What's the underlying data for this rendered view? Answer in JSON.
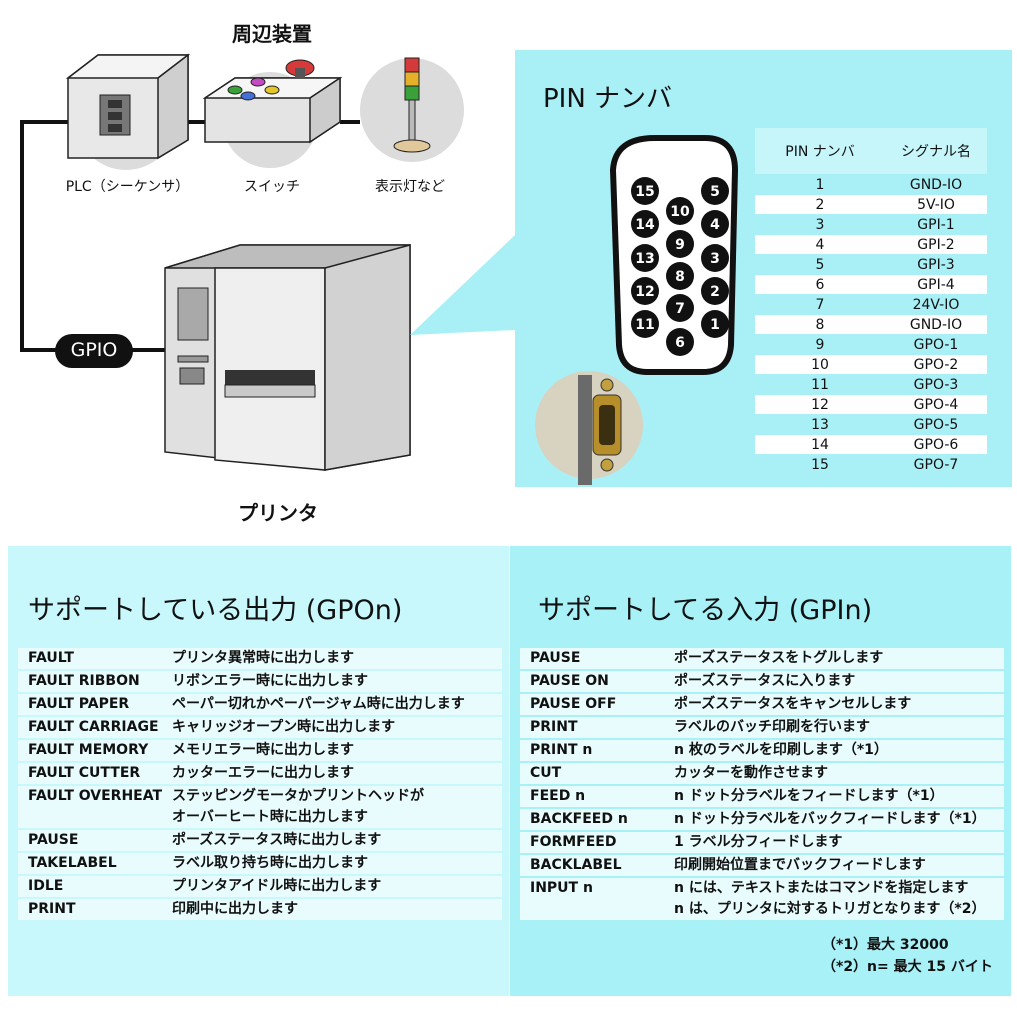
{
  "peripherals": {
    "title": "周辺装置",
    "plc_label": "PLC（シーケンサ）",
    "switch_label": "スイッチ",
    "light_label": "表示灯など"
  },
  "gpio_label": "GPIO",
  "printer_label": "プリンタ",
  "pin": {
    "title": "PIN ナンバ",
    "header": [
      "PIN ナンバ",
      "シグナル名"
    ],
    "rows": [
      {
        "num": "1",
        "signal": "GND-IO"
      },
      {
        "num": "2",
        "signal": "5V-IO"
      },
      {
        "num": "3",
        "signal": "GPI-1"
      },
      {
        "num": "4",
        "signal": "GPI-2"
      },
      {
        "num": "5",
        "signal": "GPI-3"
      },
      {
        "num": "6",
        "signal": "GPI-4"
      },
      {
        "num": "7",
        "signal": "24V-IO"
      },
      {
        "num": "8",
        "signal": "GND-IO"
      },
      {
        "num": "9",
        "signal": "GPO-1"
      },
      {
        "num": "10",
        "signal": "GPO-2"
      },
      {
        "num": "11",
        "signal": "GPO-3"
      },
      {
        "num": "12",
        "signal": "GPO-4"
      },
      {
        "num": "13",
        "signal": "GPO-5"
      },
      {
        "num": "14",
        "signal": "GPO-6"
      },
      {
        "num": "15",
        "signal": "GPO-7"
      }
    ],
    "connector_pins": [
      "15",
      "5",
      "10",
      "14",
      "4",
      "9",
      "13",
      "3",
      "8",
      "12",
      "2",
      "7",
      "11",
      "1",
      "6"
    ]
  },
  "gpo": {
    "title": "サポートしている出力 (GPOn)",
    "rows": [
      {
        "key": "FAULT",
        "desc": "プリンタ異常時に出力します"
      },
      {
        "key": "FAULT RIBBON",
        "desc": "リボンエラー時にに出力します"
      },
      {
        "key": "FAULT PAPER",
        "desc": "ペーパー切れかペーパージャム時に出力します"
      },
      {
        "key": "FAULT CARRIAGE",
        "desc": "キャリッジオープン時に出力します"
      },
      {
        "key": "FAULT MEMORY",
        "desc": "メモリエラー時に出力します"
      },
      {
        "key": "FAULT CUTTER",
        "desc": "カッターエラーに出力します"
      },
      {
        "key": "FAULT OVERHEAT",
        "desc": "ステッピングモータかプリントヘッドが\nオーバーヒート時に出力します"
      },
      {
        "key": "PAUSE",
        "desc": "ポーズステータス時に出力します"
      },
      {
        "key": "TAKELABEL",
        "desc": "ラベル取り持ち時に出力します"
      },
      {
        "key": "IDLE",
        "desc": "プリンタアイドル時に出力します"
      },
      {
        "key": "PRINT",
        "desc": "印刷中に出力します"
      }
    ]
  },
  "gpi": {
    "title": "サポートしてる入力 (GPIn)",
    "rows": [
      {
        "key": "PAUSE",
        "desc": "ポーズステータスをトグルします"
      },
      {
        "key": "PAUSE ON",
        "desc": "ポーズステータスに入ります"
      },
      {
        "key": "PAUSE OFF",
        "desc": "ポーズステータスをキャンセルします"
      },
      {
        "key": "PRINT",
        "desc": "ラベルのバッチ印刷を行います"
      },
      {
        "key": "PRINT n",
        "desc": "n 枚のラベルを印刷します（*1）"
      },
      {
        "key": "CUT",
        "desc": "カッターを動作させます"
      },
      {
        "key": "FEED n",
        "desc": "n ドット分ラベルをフィードします（*1）"
      },
      {
        "key": "BACKFEED n",
        "desc": "n ドット分ラベルをバックフィードします（*1）"
      },
      {
        "key": "FORMFEED",
        "desc": "1 ラベル分フィードします"
      },
      {
        "key": "BACKLABEL",
        "desc": "印刷開始位置までバックフィードします"
      },
      {
        "key": "INPUT n",
        "desc": "n には、テキストまたはコマンドを指定します\nn は、プリンタに対するトリガとなります（*2）"
      }
    ],
    "notes": [
      "（*1）最大 32000",
      "（*2）n= 最大 15 バイト"
    ]
  },
  "colors": {
    "pin_panel": "#a9f0f6",
    "gpo_panel": "#c8f8fb",
    "gpi_panel": "#a8f1f7",
    "gpio_badge": "#111111"
  }
}
